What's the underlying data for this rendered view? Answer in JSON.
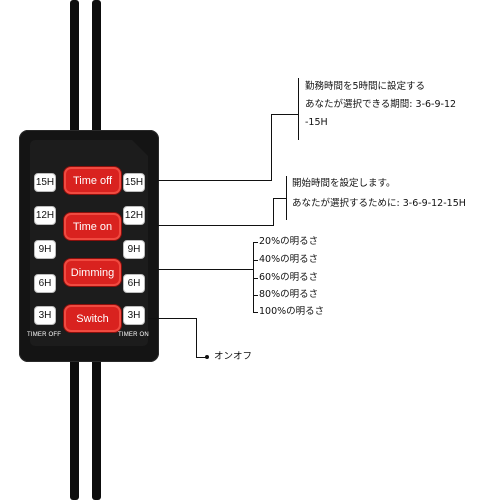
{
  "remote": {
    "func_buttons": [
      {
        "id": "time-off",
        "label": "Time off"
      },
      {
        "id": "time-on",
        "label": "Time on"
      },
      {
        "id": "dimming",
        "label": "Dimming"
      },
      {
        "id": "switch",
        "label": "Switch"
      }
    ],
    "left_timers": [
      "15H",
      "12H",
      "9H",
      "6H",
      "3H"
    ],
    "right_timers": [
      "15H",
      "12H",
      "9H",
      "6H",
      "3H"
    ],
    "timer_off_label": "TIMER OFF",
    "timer_on_label": "TIMER ON"
  },
  "callouts": {
    "time_off": {
      "line1": "勤務時間を5時間に設定する",
      "line2": "あなたが選択できる期間:  3-6-9-12",
      "line3": "-15H"
    },
    "time_on": {
      "line1": "開始時間を設定します。",
      "line2": "あなたが選択するために:  3-6-9-12-15H"
    },
    "dimming": [
      "20%の明るさ",
      "40%の明るさ",
      "60%の明るさ",
      "80%の明るさ",
      "100%の明るさ"
    ],
    "switch": "オンオフ"
  },
  "colors": {
    "button_red": "#d9221f",
    "remote_body": "#141414",
    "cable": "#0d0d0d"
  }
}
